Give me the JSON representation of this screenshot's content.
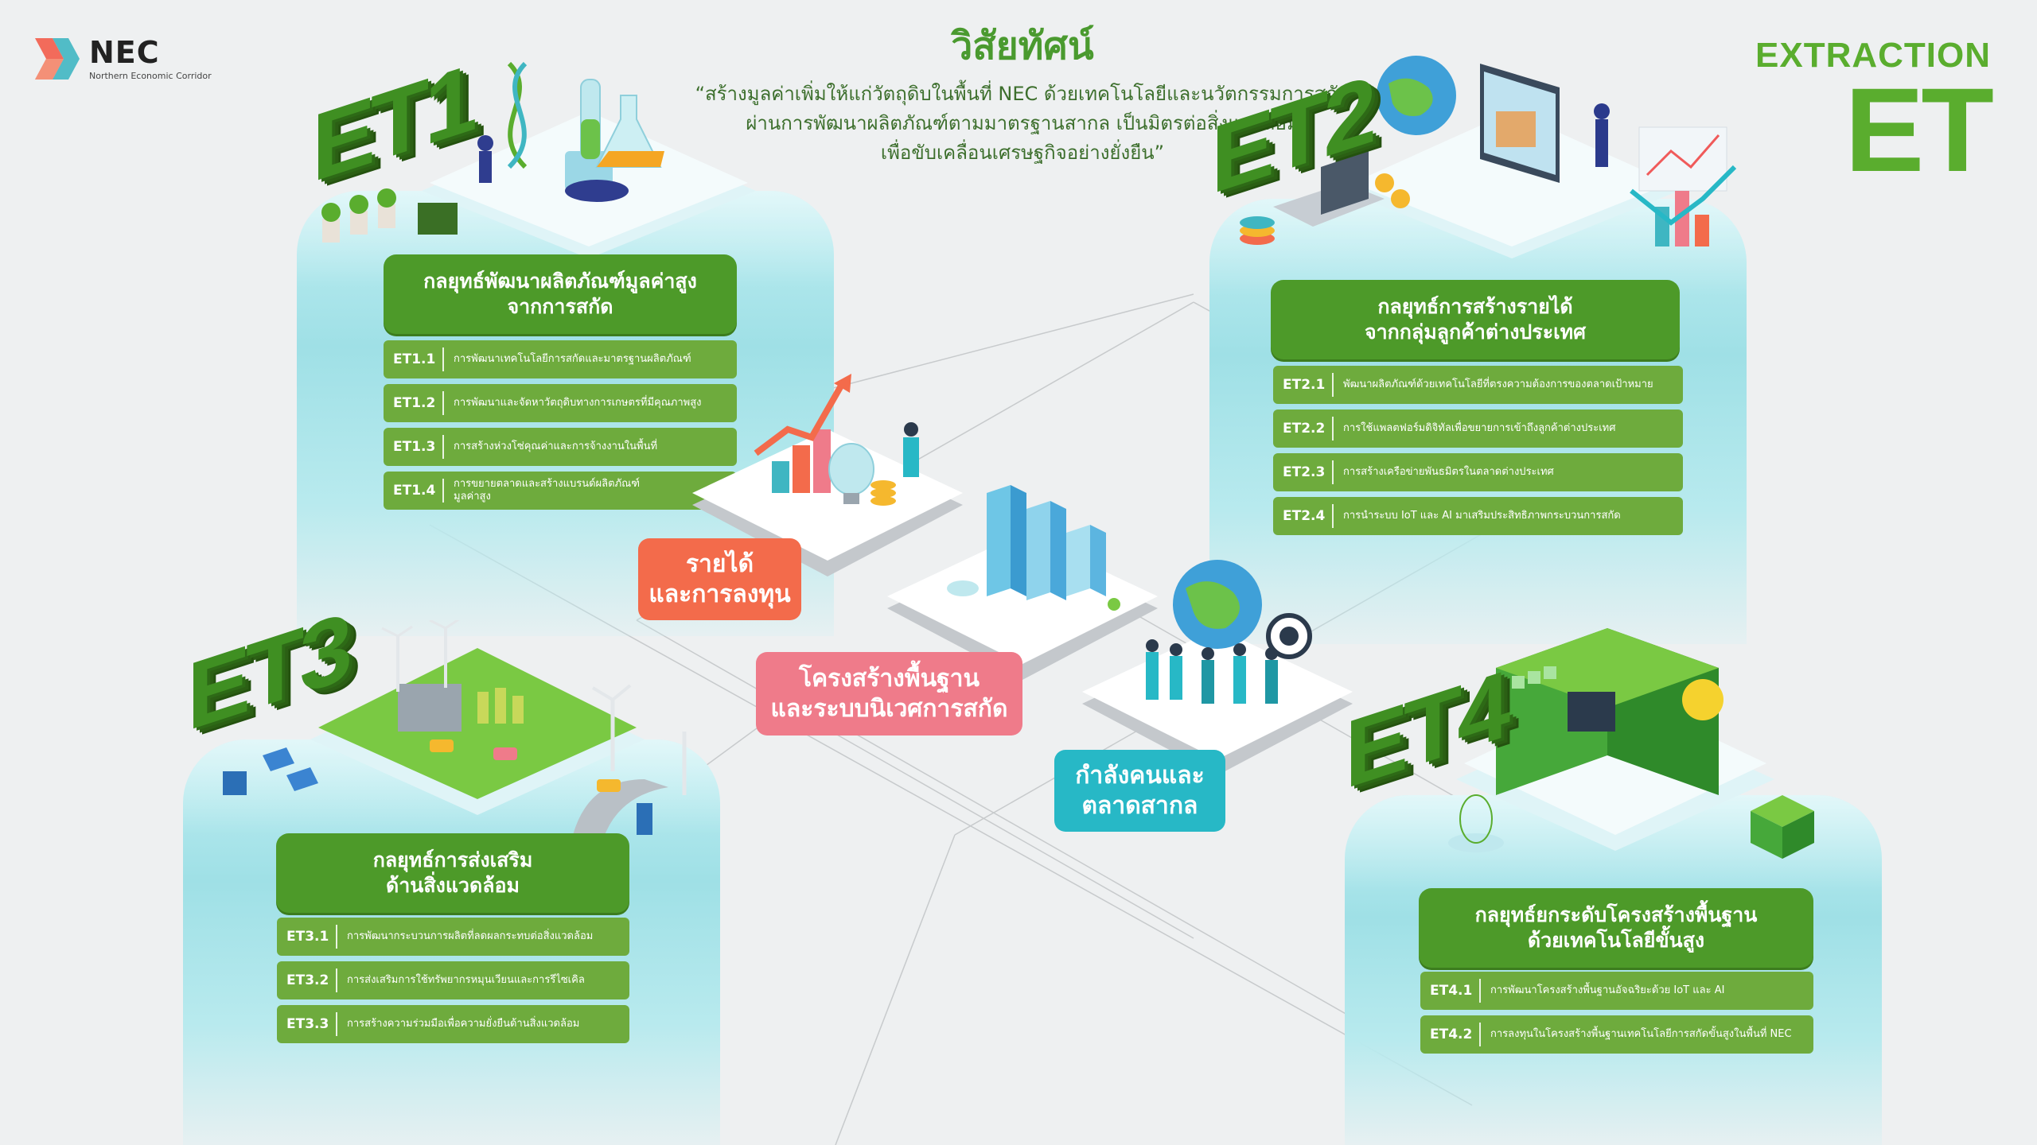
{
  "logo": {
    "name": "NEC",
    "subtitle": "Northern Economic Corridor"
  },
  "vision": {
    "title": "วิสัยทัศน์",
    "line1": "“สร้างมูลค่าเพิ่มให้แก่วัตถุดิบในพื้นที่ NEC ด้วยเทคโนโลยีและนวัตกรรมการสกัด",
    "line2": "ผ่านการพัฒนาผลิตภัณฑ์ตามมาตรฐานสากล เป็นมิตรต่อสิ่งแวดล้อม",
    "line3": "เพื่อขับเคลื่อนเศรษฐกิจอย่างยั่งยืน”"
  },
  "extraction": {
    "word": "EXTRACTION",
    "code": "ET"
  },
  "pillars": {
    "income": {
      "line1": "รายได้",
      "line2": "และการลงทุน"
    },
    "infrastructure": {
      "line1": "โครงสร้างพื้นฐาน",
      "line2": "และระบบนิเวศการสกัด"
    },
    "workforce": {
      "line1": "กำลังคนและ",
      "line2": "ตลาดสากล"
    }
  },
  "strategies": {
    "et1": {
      "tag": "ET1",
      "title_line1": "กลยุทธ์พัฒนาผลิตภัณฑ์มูลค่าสูง",
      "title_line2": "จากการสกัด",
      "items": [
        {
          "code": "ET1.1",
          "text": "การพัฒนาเทคโนโลยีการสกัดและมาตรฐานผลิตภัณฑ์"
        },
        {
          "code": "ET1.2",
          "text": "การพัฒนาและจัดหาวัตถุดิบทางการเกษตรที่มีคุณภาพสูง"
        },
        {
          "code": "ET1.3",
          "text": "การสร้างห่วงโซ่คุณค่าและการจ้างงานในพื้นที่"
        },
        {
          "code": "ET1.4",
          "text": "การขยายตลาดและสร้างแบรนด์ผลิตภัณฑ์มูลค่าสูง"
        }
      ]
    },
    "et2": {
      "tag": "ET2",
      "title_line1": "กลยุทธ์การสร้างรายได้",
      "title_line2": "จากกลุ่มลูกค้าต่างประเทศ",
      "items": [
        {
          "code": "ET2.1",
          "text": "พัฒนาผลิตภัณฑ์ด้วยเทคโนโลยีที่ตรงความต้องการของตลาดเป้าหมาย"
        },
        {
          "code": "ET2.2",
          "text": "การใช้แพลตฟอร์มดิจิทัลเพื่อขยายการเข้าถึงลูกค้าต่างประเทศ"
        },
        {
          "code": "ET2.3",
          "text": "การสร้างเครือข่ายพันธมิตรในตลาดต่างประเทศ"
        },
        {
          "code": "ET2.4",
          "text": "การนำระบบ IoT และ AI มาเสริมประสิทธิภาพกระบวนการสกัด"
        }
      ]
    },
    "et3": {
      "tag": "ET3",
      "title_line1": "กลยุทธ์การส่งเสริม",
      "title_line2": "ด้านสิ่งแวดล้อม",
      "items": [
        {
          "code": "ET3.1",
          "text": "การพัฒนากระบวนการผลิตที่ลดผลกระทบต่อสิ่งแวดล้อม"
        },
        {
          "code": "ET3.2",
          "text": "การส่งเสริมการใช้ทรัพยากรหมุนเวียนและการรีไซเคิล"
        },
        {
          "code": "ET3.3",
          "text": "การสร้างความร่วมมือเพื่อความยั่งยืนด้านสิ่งแวดล้อม"
        }
      ]
    },
    "et4": {
      "tag": "ET4",
      "title_line1": "กลยุทธ์ยกระดับโครงสร้างพื้นฐาน",
      "title_line2": "ด้วยเทคโนโลยีขั้นสูง",
      "items": [
        {
          "code": "ET4.1",
          "text": "การพัฒนาโครงสร้างพื้นฐานอัจฉริยะด้วย IoT และ AI"
        },
        {
          "code": "ET4.2",
          "text": "การลงทุนในโครงสร้างพื้นฐานเทคโนโลยีการสกัดขั้นสูงในพื้นที่ NEC"
        }
      ]
    }
  },
  "colors": {
    "green_dark": "#4d9a29",
    "green_item": "#6eab3d",
    "brand_green": "#5aad2e",
    "orange": "#f36b4b",
    "pink": "#ef7b8a",
    "teal": "#27b8c6",
    "cylinder": "#a9e4e9"
  },
  "icons": [
    "lab-flask-icon",
    "laptop-commerce-icon",
    "wind-turbine-icon",
    "server-datacenter-icon",
    "growth-chart-icon",
    "city-buildings-icon",
    "globe-team-icon"
  ]
}
